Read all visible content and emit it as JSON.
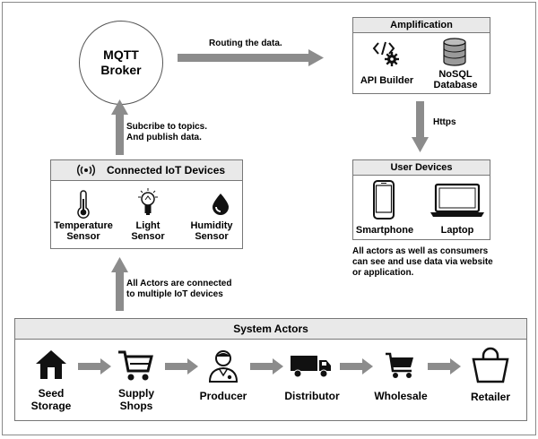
{
  "broker": {
    "line1": "MQTT",
    "line2": "Broker"
  },
  "edges": {
    "routing": "Routing the data.",
    "subscribe_line1": "Subcribe to topics.",
    "subscribe_line2": "And publish data.",
    "https": "Https",
    "actors_line1": "All Actors are connected",
    "actors_line2": "to multiple IoT devices"
  },
  "amplification": {
    "title": "Amplification",
    "items": [
      {
        "label_line1": "API Builder",
        "label_line2": "",
        "icon": "api-builder-icon"
      },
      {
        "label_line1": "NoSQL",
        "label_line2": "Database",
        "icon": "database-icon"
      }
    ]
  },
  "user_devices": {
    "title": "User Devices",
    "items": [
      {
        "label": "Smartphone",
        "icon": "smartphone-icon"
      },
      {
        "label": "Laptop",
        "icon": "laptop-icon"
      }
    ],
    "note_line1": "All actors as well as consumers",
    "note_line2": "can see and use data via website",
    "note_line3": "or application."
  },
  "iot": {
    "title": "Connected IoT Devices",
    "title_icon": "wireless-signal-icon",
    "sensors": [
      {
        "line1": "Temperature",
        "line2": "Sensor",
        "icon": "thermometer-icon"
      },
      {
        "line1": "Light",
        "line2": "Sensor",
        "icon": "light-bulb-icon"
      },
      {
        "line1": "Humidity",
        "line2": "Sensor",
        "icon": "water-drop-icon"
      }
    ]
  },
  "actors": {
    "title": "System Actors",
    "items": [
      {
        "line1": "Seed",
        "line2": "Storage",
        "icon": "house-icon"
      },
      {
        "line1": "Supply",
        "line2": "Shops",
        "icon": "shopping-cart-icon"
      },
      {
        "line1": "Producer",
        "line2": "",
        "icon": "farmer-icon"
      },
      {
        "line1": "Distributor",
        "line2": "",
        "icon": "truck-icon"
      },
      {
        "line1": "Wholesale",
        "line2": "",
        "icon": "basket-cart-icon"
      },
      {
        "line1": "Retailer",
        "line2": "",
        "icon": "shopping-bag-icon"
      }
    ]
  },
  "colors": {
    "arrow": "#8c8c8c",
    "header_fill": "#e9e9e9",
    "border": "#777777",
    "icon": "#111111"
  }
}
